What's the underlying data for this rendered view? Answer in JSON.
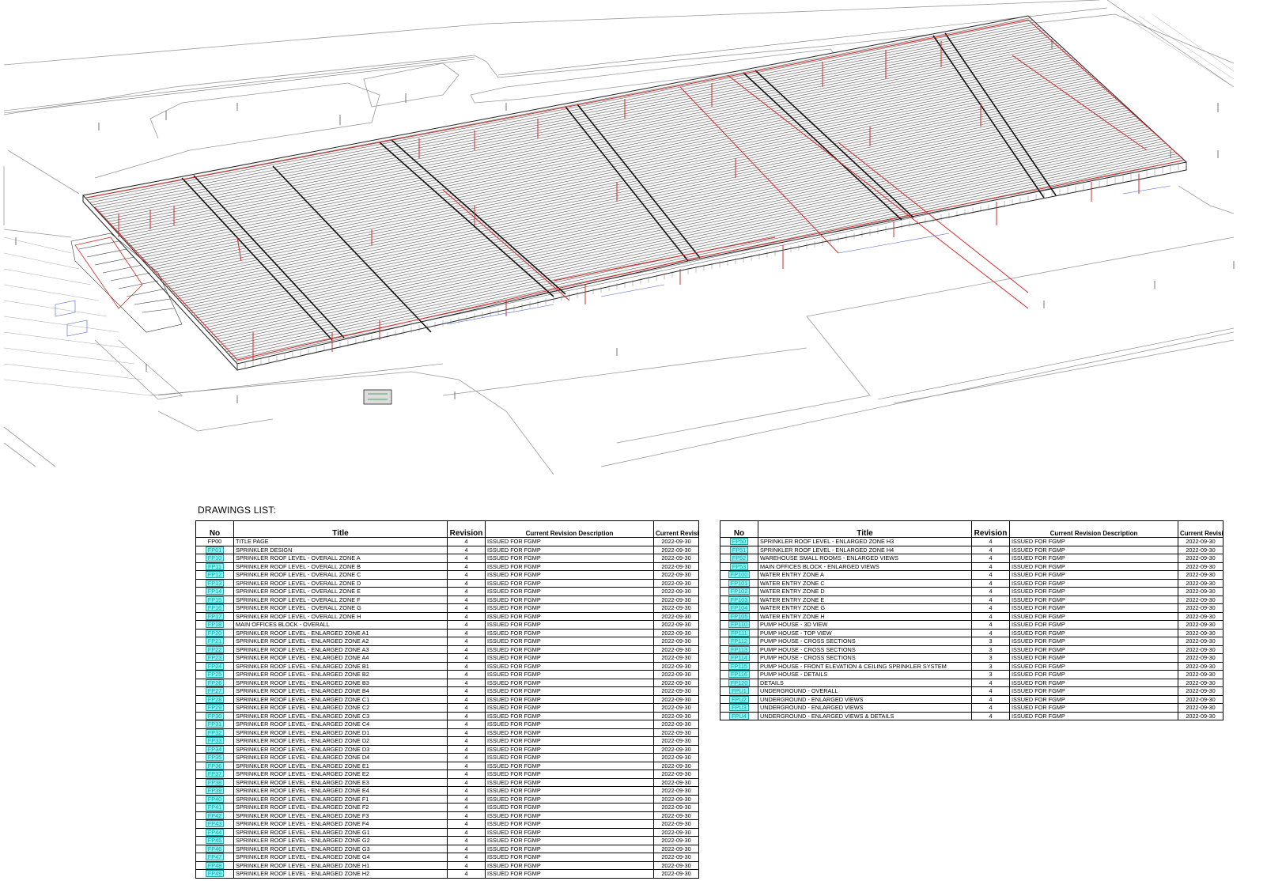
{
  "drawings_list": {
    "heading": "DRAWINGS LIST:",
    "columns": [
      "No",
      "Title",
      "Revision",
      "Current Revision Description",
      "Current Revision Date"
    ],
    "left_table": [
      {
        "no": "FP00",
        "title": "TITLE PAGE",
        "revision": "4",
        "description": "ISSUED FOR FGMP",
        "date": "2022-09-30",
        "linked": false
      },
      {
        "no": "FP01",
        "title": "SPRINKLER DESIGN",
        "revision": "4",
        "description": "ISSUED FOR FGMP",
        "date": "2022-09-30",
        "linked": true
      },
      {
        "no": "FP10",
        "title": "SPRINKLER ROOF LEVEL - OVERALL ZONE A",
        "revision": "4",
        "description": "ISSUED FOR FGMP",
        "date": "2022-09-30",
        "linked": true
      },
      {
        "no": "FP11",
        "title": "SPRINKLER ROOF LEVEL - OVERALL ZONE B",
        "revision": "4",
        "description": "ISSUED FOR FGMP",
        "date": "2022-09-30",
        "linked": true
      },
      {
        "no": "FP12",
        "title": "SPRINKLER ROOF LEVEL - OVERALL ZONE C",
        "revision": "4",
        "description": "ISSUED FOR FGMP",
        "date": "2022-09-30",
        "linked": true
      },
      {
        "no": "FP13",
        "title": "SPRINKLER ROOF LEVEL - OVERALL ZONE D",
        "revision": "4",
        "description": "ISSUED FOR FGMP",
        "date": "2022-09-30",
        "linked": true
      },
      {
        "no": "FP14",
        "title": "SPRINKLER ROOF LEVEL - OVERALL ZONE E",
        "revision": "4",
        "description": "ISSUED FOR FGMP",
        "date": "2022-09-30",
        "linked": true
      },
      {
        "no": "FP15",
        "title": "SPRINKLER ROOF LEVEL - OVERALL ZONE F",
        "revision": "4",
        "description": "ISSUED FOR FGMP",
        "date": "2022-09-30",
        "linked": true
      },
      {
        "no": "FP16",
        "title": "SPRINKLER ROOF LEVEL - OVERALL ZONE G",
        "revision": "4",
        "description": "ISSUED FOR FGMP",
        "date": "2022-09-30",
        "linked": true
      },
      {
        "no": "FP17",
        "title": "SPRINKLER ROOF LEVEL - OVERALL ZONE H",
        "revision": "4",
        "description": "ISSUED FOR FGMP",
        "date": "2022-09-30",
        "linked": true
      },
      {
        "no": "FP18",
        "title": "MAIN OFFICES BLOCK - OVERALL",
        "revision": "4",
        "description": "ISSUED FOR FGMP",
        "date": "2022-09-30",
        "linked": true
      },
      {
        "no": "FP20",
        "title": "SPRINKLER ROOF LEVEL - ENLARGED ZONE A1",
        "revision": "4",
        "description": "ISSUED FOR FGMP",
        "date": "2022-09-30",
        "linked": true
      },
      {
        "no": "FP21",
        "title": "SPRINKLER ROOF LEVEL - ENLARGED ZONE A2",
        "revision": "4",
        "description": "ISSUED FOR FGMP",
        "date": "2022-09-30",
        "linked": true
      },
      {
        "no": "FP22",
        "title": "SPRINKLER ROOF LEVEL - ENLARGED ZONE A3",
        "revision": "4",
        "description": "ISSUED FOR FGMP",
        "date": "2022-09-30",
        "linked": true
      },
      {
        "no": "FP23",
        "title": "SPRINKLER ROOF LEVEL - ENLARGED ZONE A4",
        "revision": "4",
        "description": "ISSUED FOR FGMP",
        "date": "2022-09-30",
        "linked": true
      },
      {
        "no": "FP24",
        "title": "SPRINKLER ROOF LEVEL - ENLARGED ZONE B1",
        "revision": "4",
        "description": "ISSUED FOR FGMP",
        "date": "2022-09-30",
        "linked": true
      },
      {
        "no": "FP25",
        "title": "SPRINKLER ROOF LEVEL - ENLARGED ZONE B2",
        "revision": "4",
        "description": "ISSUED FOR FGMP",
        "date": "2022-09-30",
        "linked": true
      },
      {
        "no": "FP26",
        "title": "SPRINKLER ROOF LEVEL - ENLARGED ZONE B3",
        "revision": "4",
        "description": "ISSUED FOR FGMP",
        "date": "2022-09-30",
        "linked": true
      },
      {
        "no": "FP27",
        "title": "SPRINKLER ROOF LEVEL - ENLARGED ZONE B4",
        "revision": "4",
        "description": "ISSUED FOR FGMP",
        "date": "2022-09-30",
        "linked": true
      },
      {
        "no": "FP28",
        "title": "SPRINKLER ROOF LEVEL - ENLARGED ZONE C1",
        "revision": "4",
        "description": "ISSUED FOR FGMP",
        "date": "2022-09-30",
        "linked": true
      },
      {
        "no": "FP29",
        "title": "SPRINKLER ROOF LEVEL - ENLARGED ZONE C2",
        "revision": "4",
        "description": "ISSUED FOR FGMP",
        "date": "2022-09-30",
        "linked": true
      },
      {
        "no": "FP30",
        "title": "SPRINKLER ROOF LEVEL - ENLARGED ZONE C3",
        "revision": "4",
        "description": "ISSUED FOR FGMP",
        "date": "2022-09-30",
        "linked": true
      },
      {
        "no": "FP31",
        "title": "SPRINKLER ROOF LEVEL - ENLARGED ZONE C4",
        "revision": "4",
        "description": "ISSUED FOR FGMP",
        "date": "2022-09-30",
        "linked": true
      },
      {
        "no": "FP32",
        "title": "SPRINKLER ROOF LEVEL - ENLARGED ZONE D1",
        "revision": "4",
        "description": "ISSUED FOR FGMP",
        "date": "2022-09-30",
        "linked": true
      },
      {
        "no": "FP33",
        "title": "SPRINKLER ROOF LEVEL - ENLARGED ZONE D2",
        "revision": "4",
        "description": "ISSUED FOR FGMP",
        "date": "2022-09-30",
        "linked": true
      },
      {
        "no": "FP34",
        "title": "SPRINKLER ROOF LEVEL - ENLARGED ZONE D3",
        "revision": "4",
        "description": "ISSUED FOR FGMP",
        "date": "2022-09-30",
        "linked": true
      },
      {
        "no": "FP35",
        "title": "SPRINKLER ROOF LEVEL - ENLARGED ZONE D4",
        "revision": "4",
        "description": "ISSUED FOR FGMP",
        "date": "2022-09-30",
        "linked": true
      },
      {
        "no": "FP36",
        "title": "SPRINKLER ROOF LEVEL - ENLARGED ZONE E1",
        "revision": "4",
        "description": "ISSUED FOR FGMP",
        "date": "2022-09-30",
        "linked": true
      },
      {
        "no": "FP37",
        "title": "SPRINKLER ROOF LEVEL - ENLARGED ZONE E2",
        "revision": "4",
        "description": "ISSUED FOR FGMP",
        "date": "2022-09-30",
        "linked": true
      },
      {
        "no": "FP38",
        "title": "SPRINKLER ROOF LEVEL - ENLARGED ZONE E3",
        "revision": "4",
        "description": "ISSUED FOR FGMP",
        "date": "2022-09-30",
        "linked": true
      },
      {
        "no": "FP39",
        "title": "SPRINKLER ROOF LEVEL - ENLARGED ZONE E4",
        "revision": "4",
        "description": "ISSUED FOR FGMP",
        "date": "2022-09-30",
        "linked": true
      },
      {
        "no": "FP40",
        "title": "SPRINKLER ROOF LEVEL - ENLARGED ZONE F1",
        "revision": "4",
        "description": "ISSUED FOR FGMP",
        "date": "2022-09-30",
        "linked": true
      },
      {
        "no": "FP41",
        "title": "SPRINKLER ROOF LEVEL - ENLARGED ZONE F2",
        "revision": "4",
        "description": "ISSUED FOR FGMP",
        "date": "2022-09-30",
        "linked": true
      },
      {
        "no": "FP42",
        "title": "SPRINKLER ROOF LEVEL - ENLARGED ZONE F3",
        "revision": "4",
        "description": "ISSUED FOR FGMP",
        "date": "2022-09-30",
        "linked": true
      },
      {
        "no": "FP43",
        "title": "SPRINKLER ROOF LEVEL - ENLARGED ZONE F4",
        "revision": "4",
        "description": "ISSUED FOR FGMP",
        "date": "2022-09-30",
        "linked": true
      },
      {
        "no": "FP44",
        "title": "SPRINKLER ROOF LEVEL - ENLARGED ZONE G1",
        "revision": "4",
        "description": "ISSUED FOR FGMP",
        "date": "2022-09-30",
        "linked": true
      },
      {
        "no": "FP45",
        "title": "SPRINKLER ROOF LEVEL - ENLARGED ZONE G2",
        "revision": "4",
        "description": "ISSUED FOR FGMP",
        "date": "2022-09-30",
        "linked": true
      },
      {
        "no": "FP46",
        "title": "SPRINKLER ROOF LEVEL - ENLARGED ZONE G3",
        "revision": "4",
        "description": "ISSUED FOR FGMP",
        "date": "2022-09-30",
        "linked": true
      },
      {
        "no": "FP47",
        "title": "SPRINKLER ROOF LEVEL - ENLARGED ZONE G4",
        "revision": "4",
        "description": "ISSUED FOR FGMP",
        "date": "2022-09-30",
        "linked": true
      },
      {
        "no": "FP48",
        "title": "SPRINKLER ROOF LEVEL - ENLARGED ZONE H1",
        "revision": "4",
        "description": "ISSUED FOR FGMP",
        "date": "2022-09-30",
        "linked": true
      },
      {
        "no": "FP49",
        "title": "SPRINKLER ROOF LEVEL - ENLARGED ZONE H2",
        "revision": "4",
        "description": "ISSUED FOR FGMP",
        "date": "2022-09-30",
        "linked": true
      }
    ],
    "right_table": [
      {
        "no": "FP50",
        "title": "SPRINKLER ROOF LEVEL - ENLARGED ZONE H3",
        "revision": "4",
        "description": "ISSUED FOR FGMP",
        "date": "2022-09-30",
        "linked": true
      },
      {
        "no": "FP51",
        "title": "SPRINKLER ROOF LEVEL - ENLARGED ZONE H4",
        "revision": "4",
        "description": "ISSUED FOR FGMP",
        "date": "2022-09-30",
        "linked": true
      },
      {
        "no": "FP52",
        "title": "WAREHOUSE SMALL ROOMS - ENLARGED VIEWS",
        "revision": "4",
        "description": "ISSUED FOR FGMP",
        "date": "2022-09-30",
        "linked": true
      },
      {
        "no": "FP53",
        "title": "MAIN OFFICES BLOCK - ENLARGED VIEWS",
        "revision": "4",
        "description": "ISSUED FOR FGMP",
        "date": "2022-09-30",
        "linked": true
      },
      {
        "no": "FP100",
        "title": "WATER ENTRY ZONE A",
        "revision": "4",
        "description": "ISSUED FOR FGMP",
        "date": "2022-09-30",
        "linked": true
      },
      {
        "no": "FP101",
        "title": "WATER ENTRY ZONE C",
        "revision": "4",
        "description": "ISSUED FOR FGMP",
        "date": "2022-09-30",
        "linked": true
      },
      {
        "no": "FP102",
        "title": "WATER ENTRY ZONE D",
        "revision": "4",
        "description": "ISSUED FOR FGMP",
        "date": "2022-09-30",
        "linked": true
      },
      {
        "no": "FP103",
        "title": "WATER ENTRY ZONE E",
        "revision": "4",
        "description": "ISSUED FOR FGMP",
        "date": "2022-09-30",
        "linked": true
      },
      {
        "no": "FP104",
        "title": "WATER ENTRY ZONE G",
        "revision": "4",
        "description": "ISSUED FOR FGMP",
        "date": "2022-09-30",
        "linked": true
      },
      {
        "no": "FP105",
        "title": "WATER ENTRY ZONE H",
        "revision": "4",
        "description": "ISSUED FOR FGMP",
        "date": "2022-09-30",
        "linked": true
      },
      {
        "no": "FP110",
        "title": "PUMP HOUSE - 3D VIEW",
        "revision": "4",
        "description": "ISSUED FOR FGMP",
        "date": "2022-09-30",
        "linked": true
      },
      {
        "no": "FP111",
        "title": "PUMP HOUSE - TOP VIEW",
        "revision": "4",
        "description": "ISSUED FOR FGMP",
        "date": "2022-09-30",
        "linked": true
      },
      {
        "no": "FP112",
        "title": "PUMP HOUSE - CROSS SECTIONS",
        "revision": "3",
        "description": "ISSUED FOR FGMP",
        "date": "2022-09-30",
        "linked": true
      },
      {
        "no": "FP113",
        "title": "PUMP HOUSE - CROSS SECTIONS",
        "revision": "3",
        "description": "ISSUED FOR FGMP",
        "date": "2022-09-30",
        "linked": true
      },
      {
        "no": "FP114",
        "title": "PUMP HOUSE - CROSS SECTIONS",
        "revision": "3",
        "description": "ISSUED FOR FGMP",
        "date": "2022-09-30",
        "linked": true
      },
      {
        "no": "FP115",
        "title": "PUMP HOUSE - FRONT ELEVATION & CEILING SPRINKLER SYSTEM",
        "revision": "3",
        "description": "ISSUED FOR FGMP",
        "date": "2022-09-30",
        "linked": true
      },
      {
        "no": "FP116",
        "title": "PUMP HOUSE - DETAILS",
        "revision": "3",
        "description": "ISSUED FOR FGMP",
        "date": "2022-09-30",
        "linked": true
      },
      {
        "no": "FP120",
        "title": "DETAILS",
        "revision": "4",
        "description": "ISSUED FOR FGMP",
        "date": "2022-09-30",
        "linked": true
      },
      {
        "no": "FPU1",
        "title": "UNDERGROUND - OVERALL",
        "revision": "4",
        "description": "ISSUED FOR FGMP",
        "date": "2022-09-30",
        "linked": true
      },
      {
        "no": "FPU2",
        "title": "UNDERGROUND - ENLARGED VIEWS",
        "revision": "4",
        "description": "ISSUED FOR FGMP",
        "date": "2022-09-30",
        "linked": true
      },
      {
        "no": "FPU3",
        "title": "UNDERGROUND - ENLARGED VIEWS",
        "revision": "4",
        "description": "ISSUED FOR FGMP",
        "date": "2022-09-30",
        "linked": true
      },
      {
        "no": "FPU4",
        "title": "UNDERGROUND - ENLARGED VIEWS & DETAILS",
        "revision": "4",
        "description": "ISSUED FOR FGMP",
        "date": "2022-09-30",
        "linked": true
      }
    ]
  },
  "colors": {
    "sprinkler_pipe": "#d42a2a",
    "line_work": "#1a1a1a",
    "light_line": "#9a9a9a",
    "blue_detail": "#4a5fd0",
    "link_fill": "#8ff2f2",
    "link_text": "#13a7a7"
  }
}
